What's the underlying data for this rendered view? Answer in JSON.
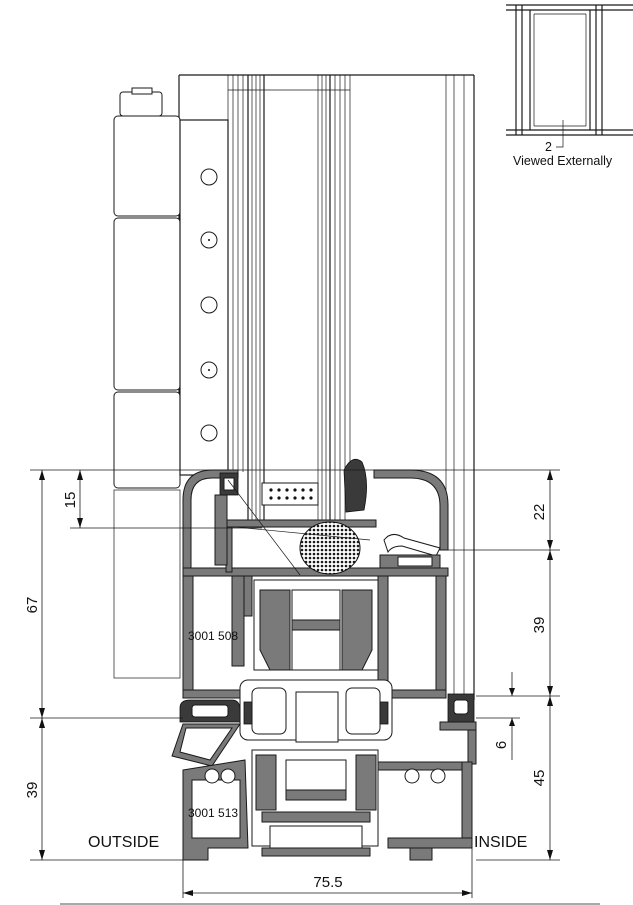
{
  "labels": {
    "outside": "OUTSIDE",
    "inside": "INSIDE",
    "profile_upper": "3001 508",
    "profile_lower": "3001 513",
    "inset_callout": "2",
    "inset_caption": "Viewed Externally"
  },
  "dimensions": {
    "d15": "15",
    "d67": "67",
    "d39_left": "39",
    "d22": "22",
    "d39_right": "39",
    "d6": "6",
    "d45": "45",
    "d75_5": "75.5"
  }
}
